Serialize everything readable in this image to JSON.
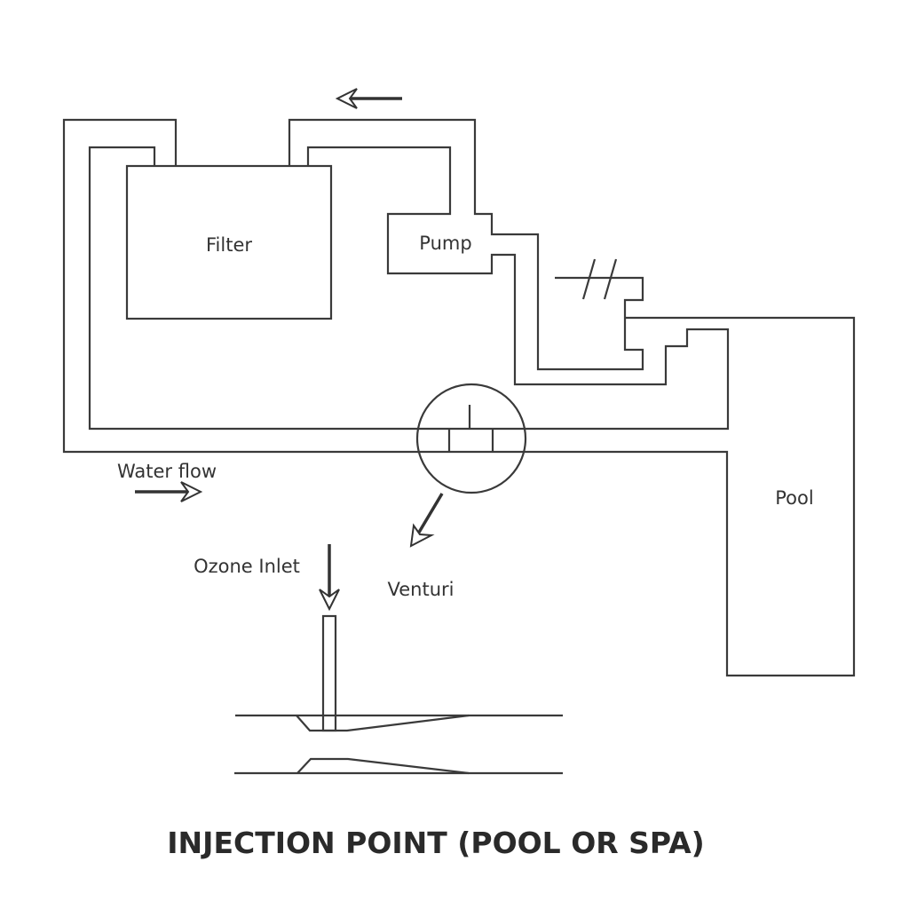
{
  "diagram": {
    "title": "INJECTION POINT (POOL OR SPA)",
    "components": {
      "filter": "Filter",
      "pump": "Pump",
      "pool": "Pool",
      "venturi": "Venturi"
    },
    "labels": {
      "water_flow": "Water flow",
      "ozone_inlet": "Ozone Inlet"
    },
    "icons": {
      "flow_arrow_top": "arrow-left-icon",
      "flow_arrow_bottom": "arrow-right-icon",
      "venturi_callout": "arrow-down-left-icon",
      "ozone_arrow": "arrow-down-icon",
      "break_mark": "pipe-break-icon"
    },
    "colors": {
      "line": "#3a3a3a",
      "background": "#ffffff"
    }
  }
}
